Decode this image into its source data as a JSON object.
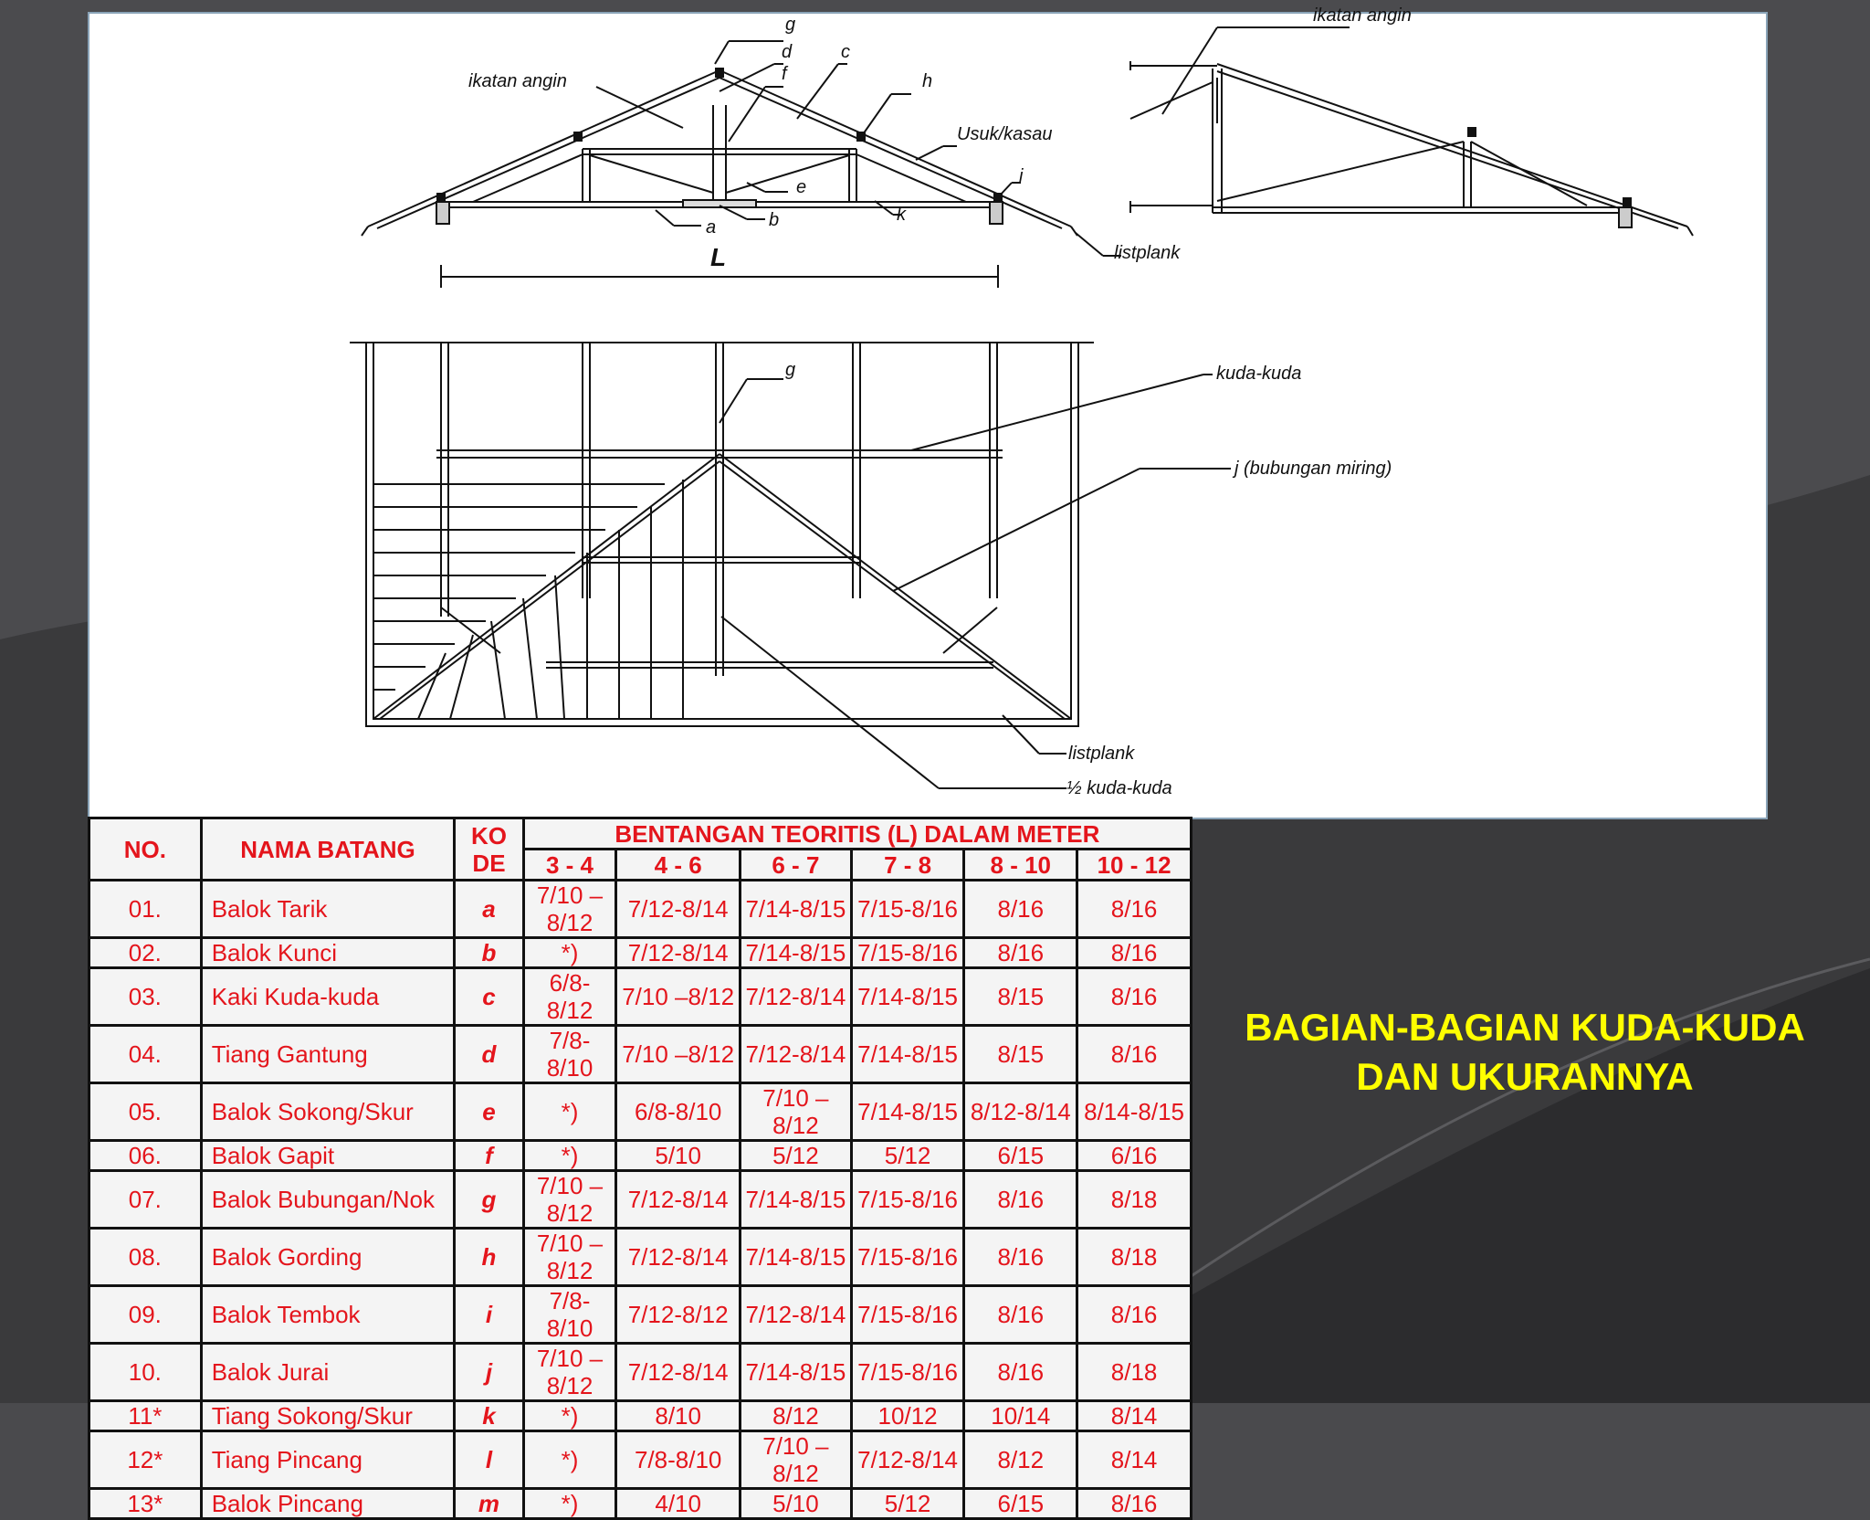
{
  "title": {
    "line1": "BAGIAN-BAGIAN KUDA-KUDA",
    "line2": "DAN UKURANNYA"
  },
  "colors": {
    "background": "#4a4a4d",
    "title": "#ffff00",
    "table_text": "#e4151c",
    "table_bg": "#f4f4f4"
  },
  "drawing": {
    "truss_labels": {
      "g": "g",
      "d": "d",
      "c": "c",
      "f": "f",
      "h": "h",
      "ikatan_angin": "ikatan angin",
      "usuk": "Usuk/kasau",
      "i": "i",
      "e": "e",
      "k": "k",
      "a": "a",
      "b": "b",
      "L": "L",
      "listplank": "listplank"
    },
    "half_truss_labels": {
      "ikatan_angin": "ikatan angin"
    },
    "plan_labels": {
      "g": "g",
      "kuda_kuda": "kuda-kuda",
      "j": "j (bubungan miring)",
      "listplank": "listplank",
      "half_kuda_kuda": "½ kuda-kuda"
    }
  },
  "table": {
    "headers": {
      "no": "NO.",
      "nama": "NAMA BATANG",
      "kode": "KO DE",
      "bentangan": "BENTANGAN TEORITIS (L) DALAM METER",
      "spans": [
        "3 - 4",
        "4 - 6",
        "6 - 7",
        "7 - 8",
        "8 - 10",
        "10 - 12"
      ]
    },
    "rows": [
      {
        "no": "01.",
        "nama": "Balok Tarik",
        "kode": "a",
        "v": [
          "7/10 – 8/12",
          "7/12-8/14",
          "7/14-8/15",
          "7/15-8/16",
          "8/16",
          "8/16"
        ]
      },
      {
        "no": "02.",
        "nama": "Balok Kunci",
        "kode": "b",
        "v": [
          "*)",
          "7/12-8/14",
          "7/14-8/15",
          "7/15-8/16",
          "8/16",
          "8/16"
        ]
      },
      {
        "no": "03.",
        "nama": "Kaki Kuda-kuda",
        "kode": "c",
        "v": [
          "6/8-8/12",
          "7/10 –8/12",
          "7/12-8/14",
          "7/14-8/15",
          "8/15",
          "8/16"
        ]
      },
      {
        "no": "04.",
        "nama": "Tiang Gantung",
        "kode": "d",
        "v": [
          "7/8-8/10",
          "7/10 –8/12",
          "7/12-8/14",
          "7/14-8/15",
          "8/15",
          "8/16"
        ]
      },
      {
        "no": "05.",
        "nama": "Balok Sokong/Skur",
        "kode": "e",
        "v": [
          "*)",
          "6/8-8/10",
          "7/10 –8/12",
          "7/14-8/15",
          "8/12-8/14",
          "8/14-8/15"
        ]
      },
      {
        "no": "06.",
        "nama": "Balok Gapit",
        "kode": "f",
        "v": [
          "*)",
          "5/10",
          "5/12",
          "5/12",
          "6/15",
          "6/16"
        ]
      },
      {
        "no": "07.",
        "nama": "Balok Bubungan/Nok",
        "kode": "g",
        "v": [
          "7/10 – 8/12",
          "7/12-8/14",
          "7/14-8/15",
          "7/15-8/16",
          "8/16",
          "8/18"
        ]
      },
      {
        "no": "08.",
        "nama": "Balok Gording",
        "kode": "h",
        "v": [
          "7/10 – 8/12",
          "7/12-8/14",
          "7/14-8/15",
          "7/15-8/16",
          "8/16",
          "8/18"
        ]
      },
      {
        "no": "09.",
        "nama": "Balok Tembok",
        "kode": "i",
        "v": [
          "7/8-8/10",
          "7/12-8/12",
          "7/12-8/14",
          "7/15-8/16",
          "8/16",
          "8/16"
        ]
      },
      {
        "no": "10.",
        "nama": "Balok Jurai",
        "kode": "j",
        "v": [
          "7/10 – 8/12",
          "7/12-8/14",
          "7/14-8/15",
          "7/15-8/16",
          "8/16",
          "8/18"
        ]
      },
      {
        "no": "11*",
        "nama": "Tiang Sokong/Skur",
        "kode": "k",
        "v": [
          "*)",
          "8/10",
          "8/12",
          "10/12",
          "10/14",
          "8/14"
        ]
      },
      {
        "no": "12*",
        "nama": "Tiang Pincang",
        "kode": "l",
        "v": [
          "*)",
          "7/8-8/10",
          "7/10 –8/12",
          "7/12-8/14",
          "8/12",
          "8/14"
        ]
      },
      {
        "no": "13*",
        "nama": "Balok Pincang",
        "kode": "m",
        "v": [
          "*)",
          "4/10",
          "5/10",
          "5/12",
          "6/15",
          "8/16"
        ]
      }
    ]
  }
}
